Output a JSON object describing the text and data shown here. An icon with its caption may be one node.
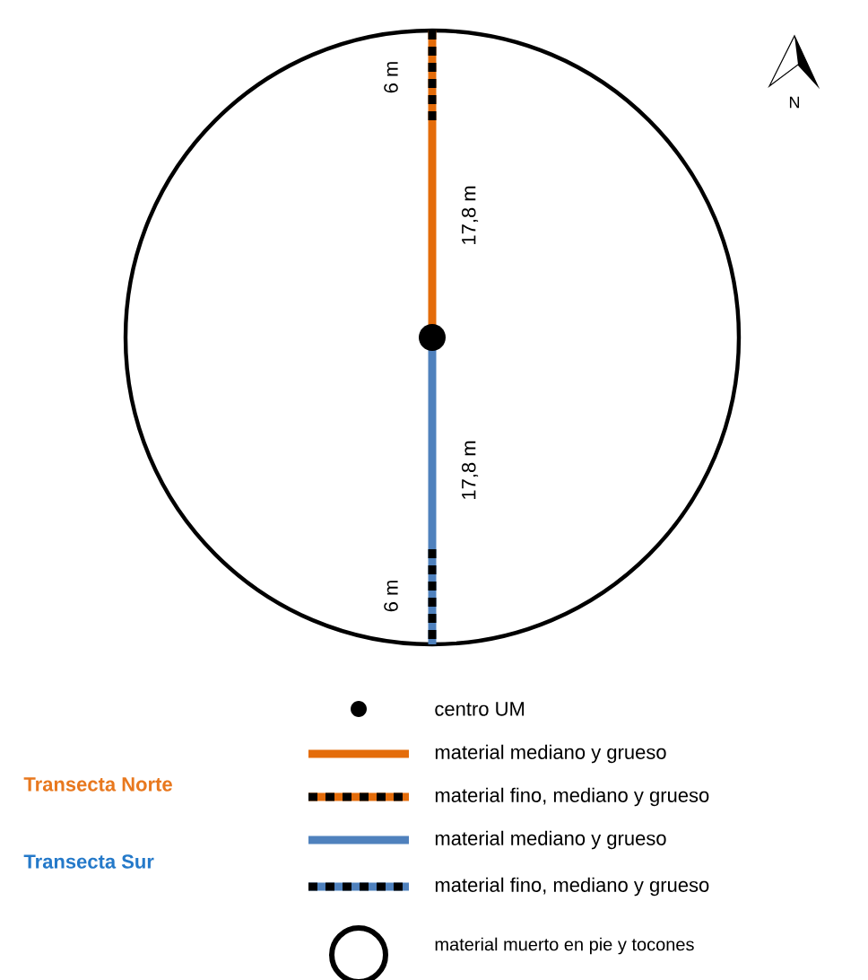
{
  "diagram": {
    "labels": [
      "N",
      "6 m",
      "17,8 m",
      "17,8 m",
      "6 m",
      "Transecta Norte",
      "Transecta Sur"
    ],
    "legend": [
      {
        "text": "centro UM"
      },
      {
        "text": "material mediano y grueso"
      },
      {
        "text": "material fino, mediano y grueso"
      },
      {
        "text": "material mediano y grueso"
      },
      {
        "text": "material fino, mediano y grueso"
      },
      {
        "text": "material muerto en pie y tocones"
      }
    ]
  }
}
